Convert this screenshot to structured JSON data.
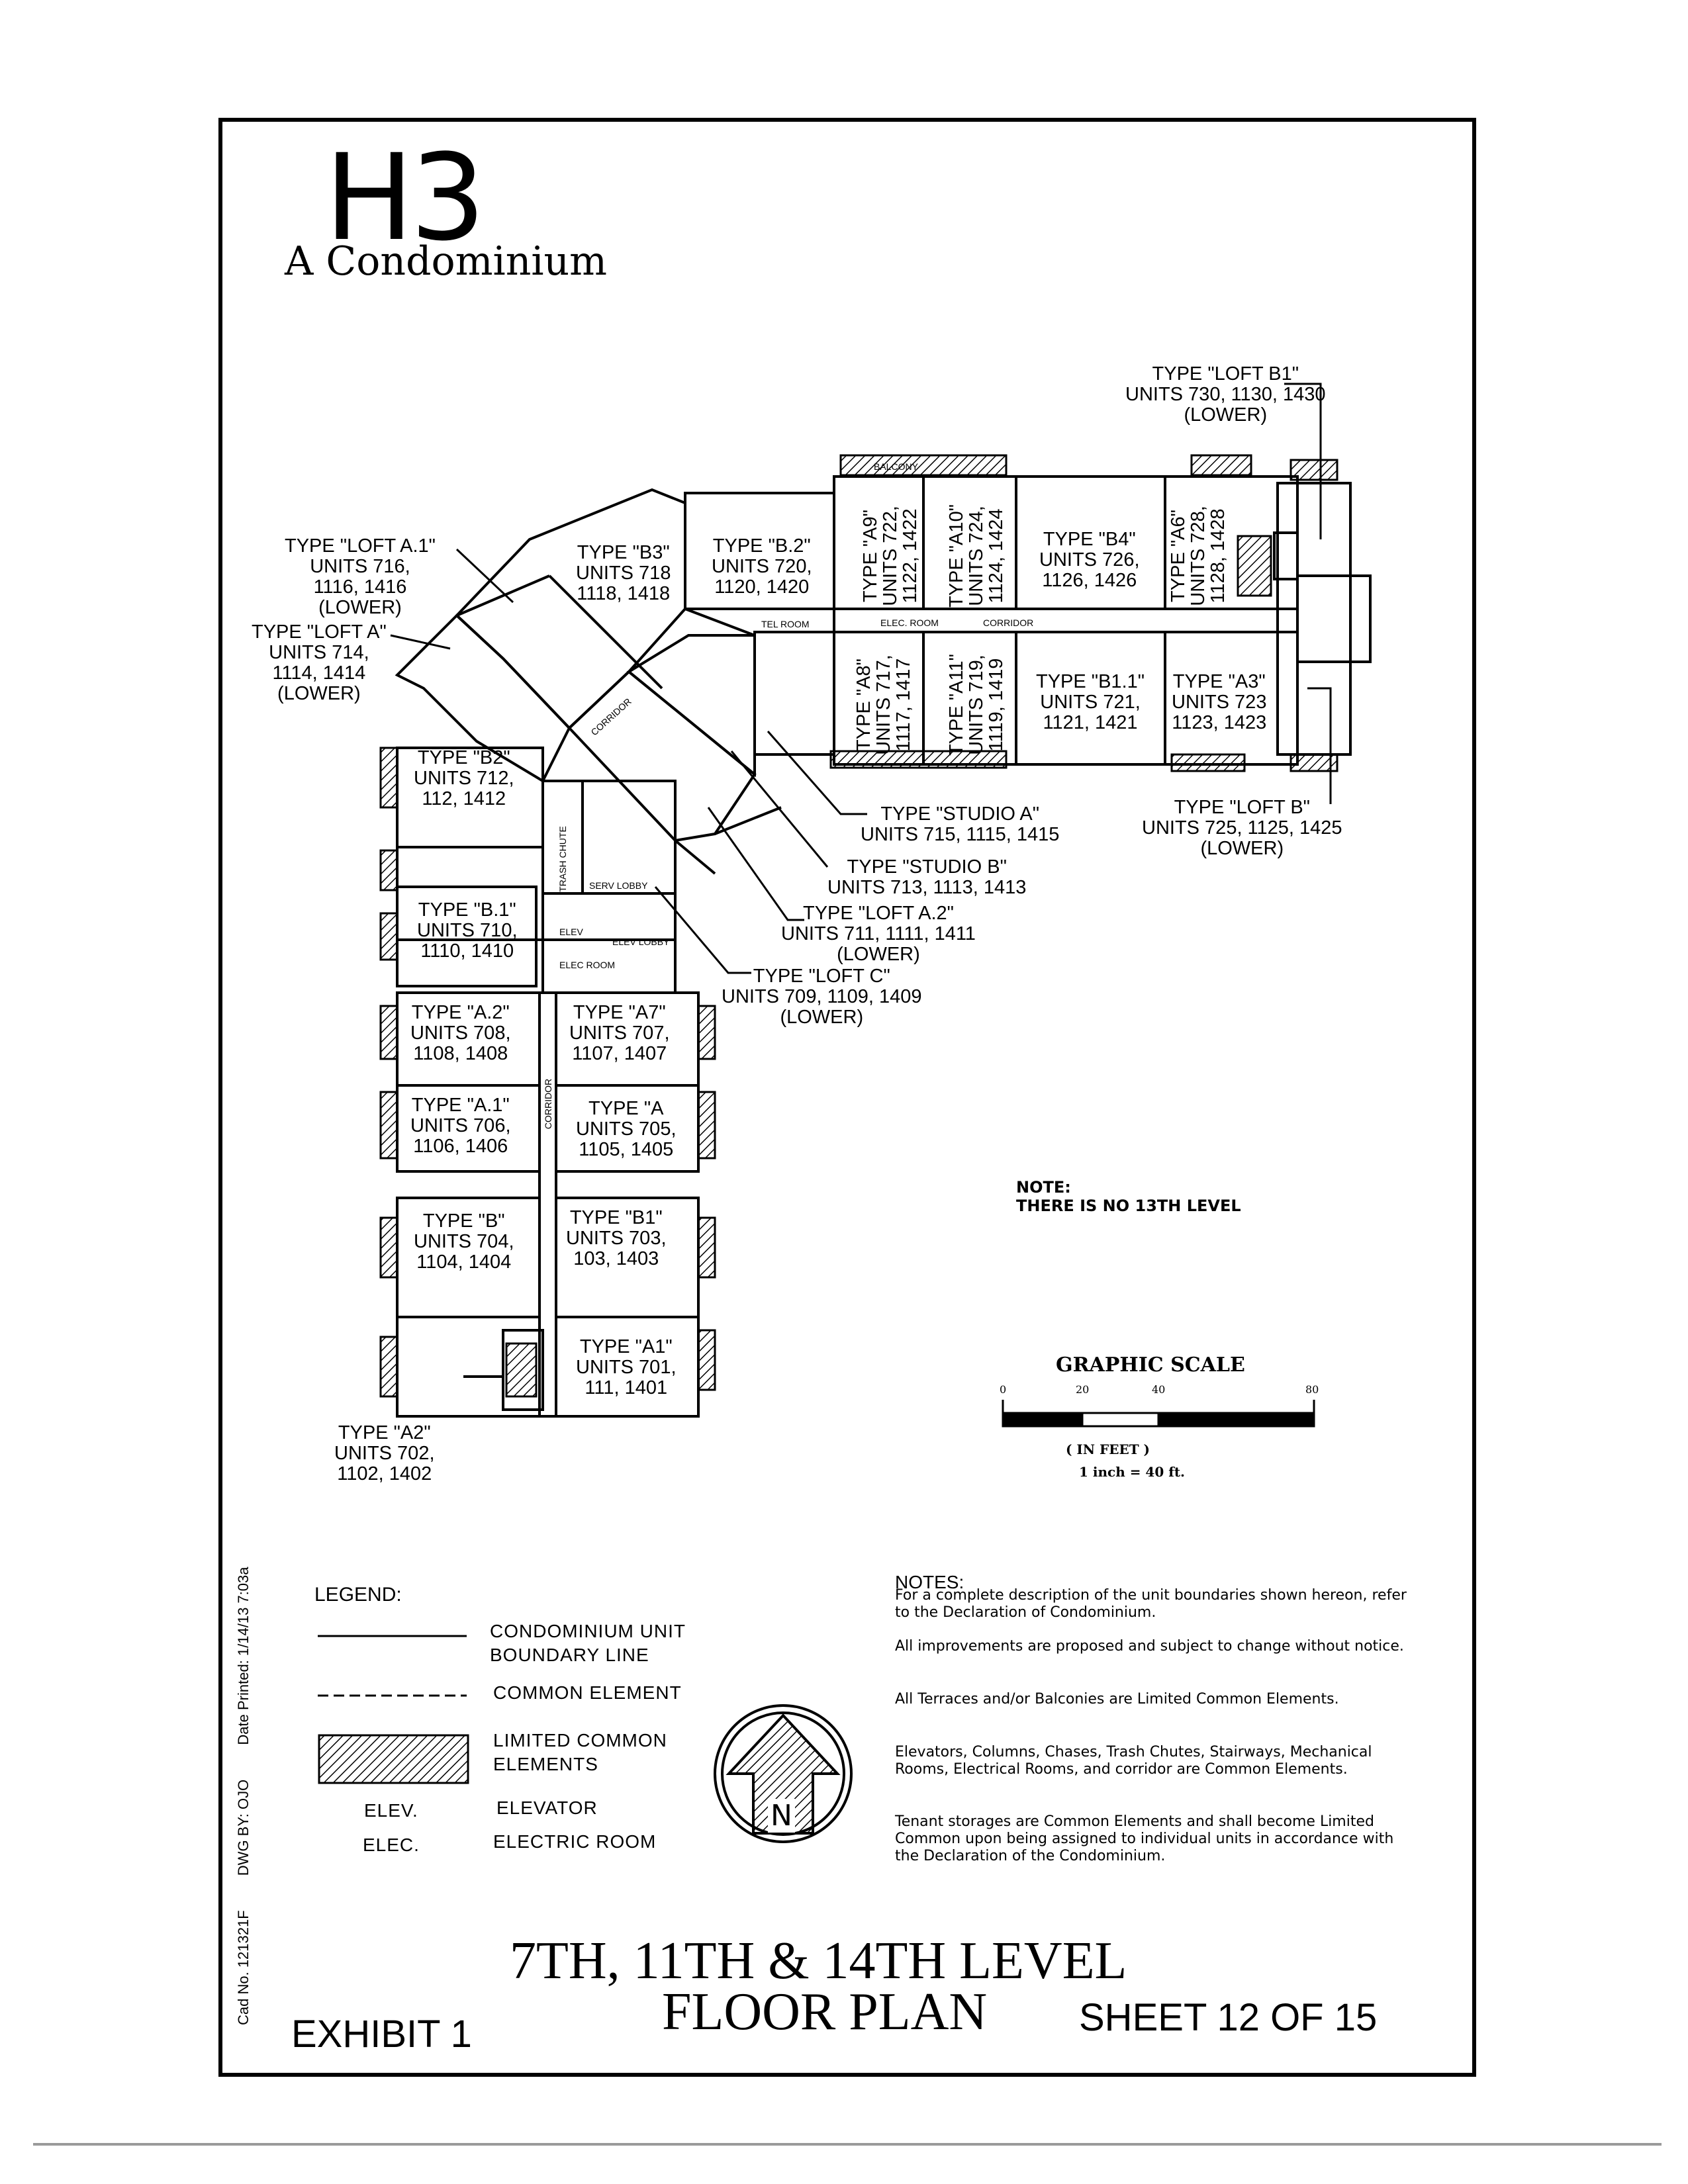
{
  "header": {
    "logo": "H3",
    "subtitle": "A Condominium"
  },
  "units": {
    "loft_b1": {
      "type": "TYPE \"LOFT B1\"",
      "units": "UNITS 730, 1130, 1430",
      "level": "(LOWER)"
    },
    "a9": {
      "type": "TYPE \"A9\"",
      "units": "UNITS 722,",
      "units2": "1122, 1422"
    },
    "a10": {
      "type": "TYPE \"A10\"",
      "units": "UNITS 724,",
      "units2": "1124, 1424"
    },
    "b4": {
      "type": "TYPE \"B4\"",
      "units": "UNITS 726,",
      "units2": "1126, 1426"
    },
    "a6": {
      "type": "TYPE \"A6\"",
      "units": "UNITS 728,",
      "units2": "1128, 1428"
    },
    "b2top": {
      "type": "TYPE \"B.2\"",
      "units": "UNITS 720,",
      "units2": "1120, 1420"
    },
    "b3": {
      "type": "TYPE \"B3\"",
      "units": "UNITS 718",
      "units2": "1118, 1418"
    },
    "loft_a1": {
      "type": "TYPE \"LOFT A.1\"",
      "units": "UNITS 716,",
      "units2": "1116, 1416",
      "level": "(LOWER)"
    },
    "loft_a": {
      "type": "TYPE \"LOFT A\"",
      "units": "UNITS 714,",
      "units2": "1114, 1414",
      "level": "(LOWER)"
    },
    "a8": {
      "type": "TYPE \"A8\"",
      "units": "UNITS 717,",
      "units2": "1117, 1417"
    },
    "a11": {
      "type": "TYPE \"A11\"",
      "units": "UNITS 719,",
      "units2": "1119, 1419"
    },
    "b11": {
      "type": "TYPE \"B1.1\"",
      "units": "UNITS 721,",
      "units2": "1121, 1421"
    },
    "a3": {
      "type": "TYPE \"A3\"",
      "units": "UNITS 723",
      "units2": "1123, 1423"
    },
    "loft_b": {
      "type": "TYPE \"LOFT B\"",
      "units": "UNITS 725, 1125, 1425",
      "level": "(LOWER)"
    },
    "studio_a": {
      "type": "TYPE \"STUDIO A\"",
      "units": "UNITS 715, 1115, 1415"
    },
    "studio_b": {
      "type": "TYPE \"STUDIO B\"",
      "units": "UNITS 713, 1113, 1413"
    },
    "loft_a2": {
      "type": "TYPE \"LOFT A.2\"",
      "units": "UNITS 711, 1111, 1411",
      "level": "(LOWER)"
    },
    "loft_c": {
      "type": "TYPE \"LOFT C\"",
      "units": "UNITS 709, 1109, 1409",
      "level": "(LOWER)"
    },
    "b2": {
      "type": "TYPE \"B2\"",
      "units": "UNITS 712,",
      "units2": "112, 1412"
    },
    "b1dot": {
      "type": "TYPE \"B.1\"",
      "units": "UNITS 710,",
      "units2": "1110, 1410"
    },
    "a2dot": {
      "type": "TYPE \"A.2\"",
      "units": "UNITS 708,",
      "units2": "1108, 1408"
    },
    "a7": {
      "type": "TYPE \"A7\"",
      "units": "UNITS 707,",
      "units2": "1107, 1407"
    },
    "a1dot": {
      "type": "TYPE \"A.1\"",
      "units": "UNITS 706,",
      "units2": "1106, 1406"
    },
    "a": {
      "type": "TYPE \"A",
      "units": "UNITS 705,",
      "units2": "1105, 1405"
    },
    "b": {
      "type": "TYPE \"B\"",
      "units": "UNITS 704,",
      "units2": "1104, 1404"
    },
    "b1": {
      "type": "TYPE \"B1\"",
      "units": "UNITS 703,",
      "units2": "103, 1403"
    },
    "a1": {
      "type": "TYPE \"A1\"",
      "units": "UNITS 701,",
      "units2": "111, 1401"
    },
    "a2": {
      "type": "TYPE \"A2\"",
      "units": "UNITS 702,",
      "units2": "1102, 1402"
    }
  },
  "plan_labels": {
    "corridor": "CORRIDOR",
    "tel_room": "TEL ROOM",
    "elec_room": "ELEC. ROOM",
    "balcony": "BALCONY",
    "trash_chute": "TRASH CHUTE",
    "elev": "ELEV",
    "elev_lobby": "ELEV LOBBY",
    "serv_lobby": "SERV LOBBY",
    "elec": "ELEC ROOM"
  },
  "note13": {
    "line1": "NOTE:",
    "line2": "THERE IS NO 13TH LEVEL"
  },
  "graphic_scale": {
    "title": "GRAPHIC SCALE",
    "ticks": [
      "0",
      "20",
      "40",
      "80"
    ],
    "unit": "( IN FEET )",
    "ratio": "1 inch = 40 ft."
  },
  "legend": {
    "heading": "LEGEND:",
    "boundary": "CONDOMINIUM UNIT",
    "boundary2": "BOUNDARY LINE",
    "common": "COMMON ELEMENT",
    "limited": "LIMITED COMMON",
    "limited2": "ELEMENTS",
    "elev_abbr": "ELEV.",
    "elev_full": "ELEVATOR",
    "elec_abbr": "ELEC.",
    "elec_full": "ELECTRIC ROOM"
  },
  "north": "N",
  "notes": {
    "heading": "NOTES:",
    "n1": "For a complete description of the unit boundaries shown hereon, refer to the Declaration of Condominium.",
    "n2": "All improvements are proposed and subject to change without notice.",
    "n3": "All Terraces and/or Balconies are Limited Common Elements.",
    "n4": "Elevators, Columns, Chases, Trash Chutes, Stairways, Mechanical Rooms, Electrical Rooms, and corridor are Common Elements.",
    "n5": "Tenant storages are Common Elements and shall become Limited Common upon being assigned to individual units in accordance with the Declaration of the Condominium."
  },
  "title": {
    "line1": "7TH, 11TH & 14TH LEVEL",
    "line2": "FLOOR PLAN"
  },
  "exhibit": "EXHIBIT 1",
  "sheet": "SHEET 12 OF 15",
  "sidebar": {
    "cad": "Cad No. 121321F",
    "dwg": "DWG BY: OJO",
    "printed": "Date Printed: 1/14/13 7:03a"
  },
  "colors": {
    "highlight": "#fbf06a",
    "ink": "#000000"
  }
}
